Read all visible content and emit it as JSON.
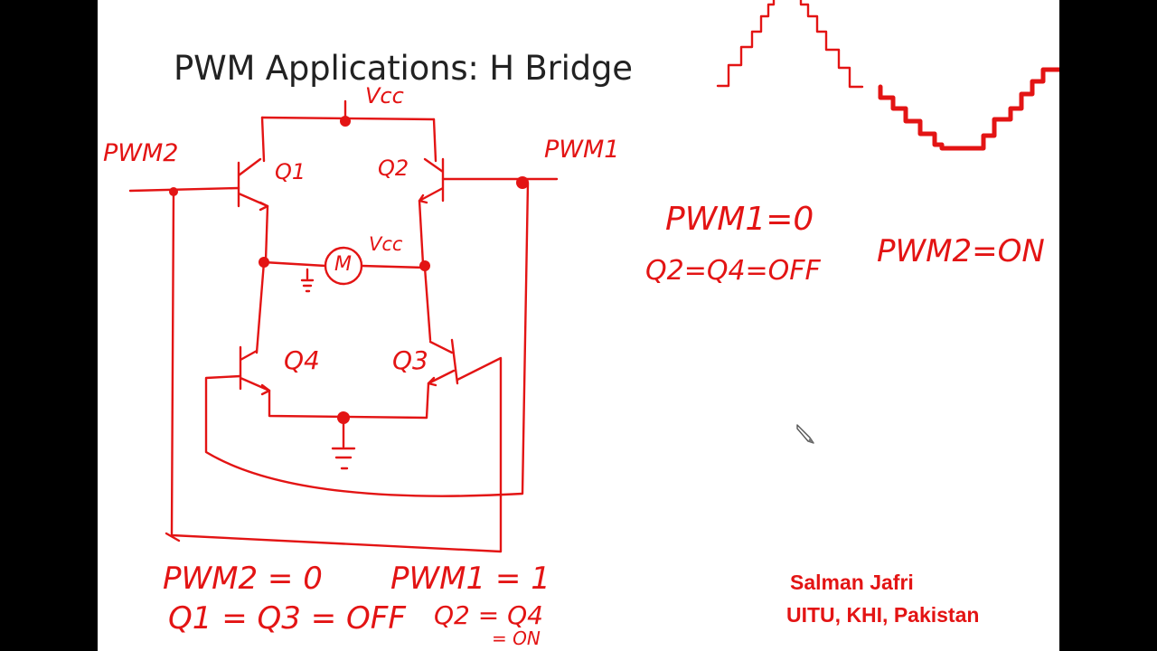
{
  "slide": {
    "title": "PWM Applications: H Bridge"
  },
  "annotations": {
    "vcc_top": "Vcc",
    "pwm2_label": "PWM2",
    "pwm1_label": "PWM1",
    "q1_label": "Q1",
    "q2_label": "Q2",
    "q3_label": "Q3",
    "q4_label": "Q4",
    "motor_label": "M",
    "vcc_mid": "Vcc",
    "note_pwm1_0": "PWM1=0",
    "note_q2q4_off": "Q2=Q4=OFF",
    "note_pwm2_on": "PWM2=ON",
    "bottom_pwm2_0": "PWM2 = 0",
    "bottom_q1q3_off": "Q1 = Q3 = OFF",
    "bottom_pwm1_1": "PWM1 = 1",
    "bottom_q2q4_on": "Q2 = Q4",
    "bottom_on": "= ON"
  },
  "credit": {
    "author": "Salman Jafri",
    "affiliation": "UITU, KHI, Pakistan"
  },
  "colors": {
    "ink": "#e31414",
    "background": "#ffffff",
    "frame": "#000000"
  }
}
